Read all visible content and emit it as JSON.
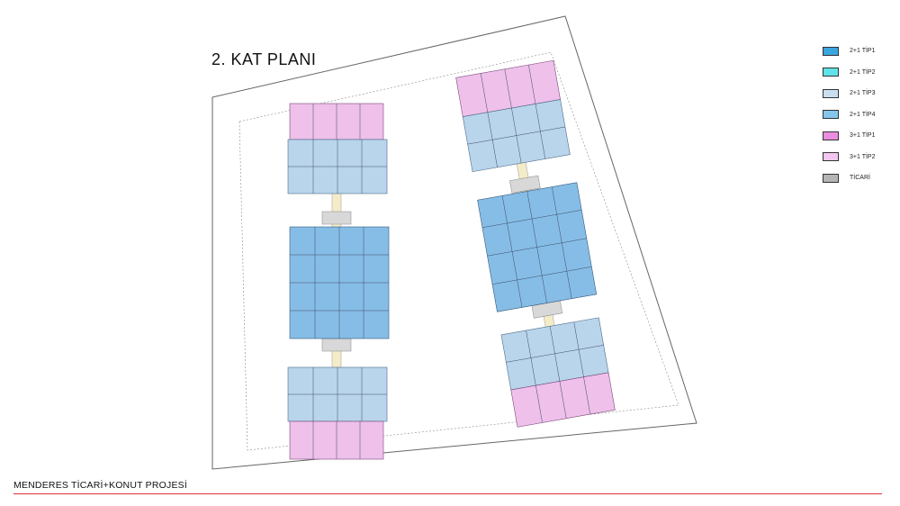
{
  "plan_title": "2. KAT PLANI",
  "legend": [
    {
      "label": "2+1 TİP1",
      "color": "#3aa6e0"
    },
    {
      "label": "2+1 TİP2",
      "color": "#5fe3e6"
    },
    {
      "label": "2+1 TİP3",
      "color": "#c9dff0"
    },
    {
      "label": "2+1 TİP4",
      "color": "#86c5ec"
    },
    {
      "label": "3+1 TİP1",
      "color": "#ea8de0"
    },
    {
      "label": "3+1 TİP2",
      "color": "#f2c6ef"
    },
    {
      "label": "TİCARİ",
      "color": "#b5b5b5"
    }
  ],
  "colors": {
    "blue_block": "#86bde6",
    "light_blue_block": "#b9d5ec",
    "pink_block": "#eec0ea",
    "corridor": "#f4ecc8",
    "boundary": "#666666",
    "accent_rule": "#e0323c"
  },
  "footer_title": "MENDERES TİCARİ+KONUT PROJESİ"
}
